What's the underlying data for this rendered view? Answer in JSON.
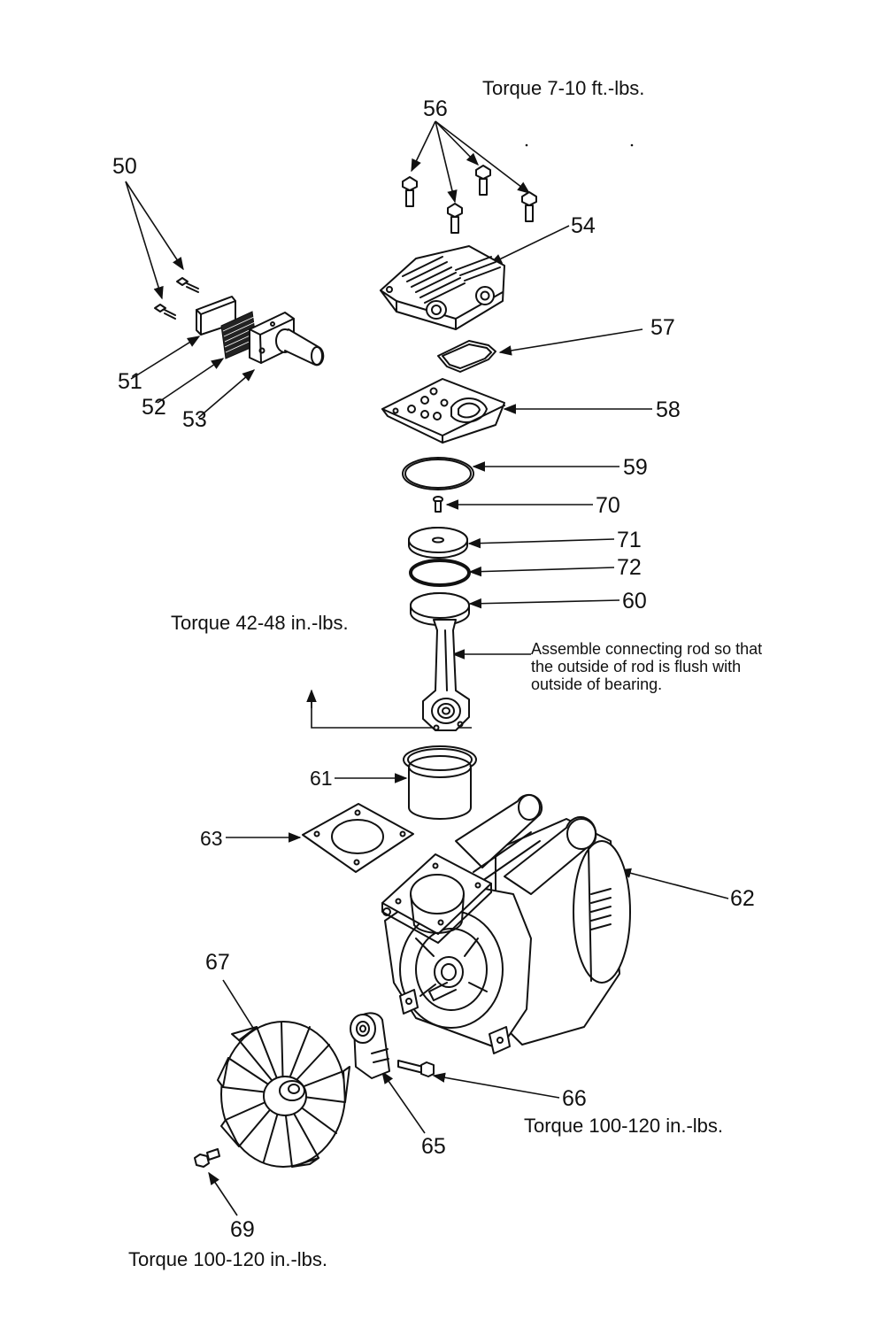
{
  "notes": {
    "torque_head": "Torque  7-10 ft.-lbs.",
    "torque_rod": "Torque  42-48 in.-lbs.",
    "torque_66": "Torque 100-120 in.-lbs.",
    "torque_69": "Torque 100-120 in.-lbs.",
    "assembly_line1": "Assemble connecting rod so that",
    "assembly_line2": "the outside of  rod is flush with",
    "assembly_line3": "outside of bearing."
  },
  "callouts": {
    "p50": "50",
    "p51": "51",
    "p52": "52",
    "p53": "53",
    "p54": "54",
    "p56": "56",
    "p57": "57",
    "p58": "58",
    "p59": "59",
    "p60": "60",
    "p61": "61",
    "p62": "62",
    "p63": "63",
    "p65": "65",
    "p66": "66",
    "p67": "67",
    "p69": "69",
    "p70": "70",
    "p71": "71",
    "p72": "72"
  }
}
